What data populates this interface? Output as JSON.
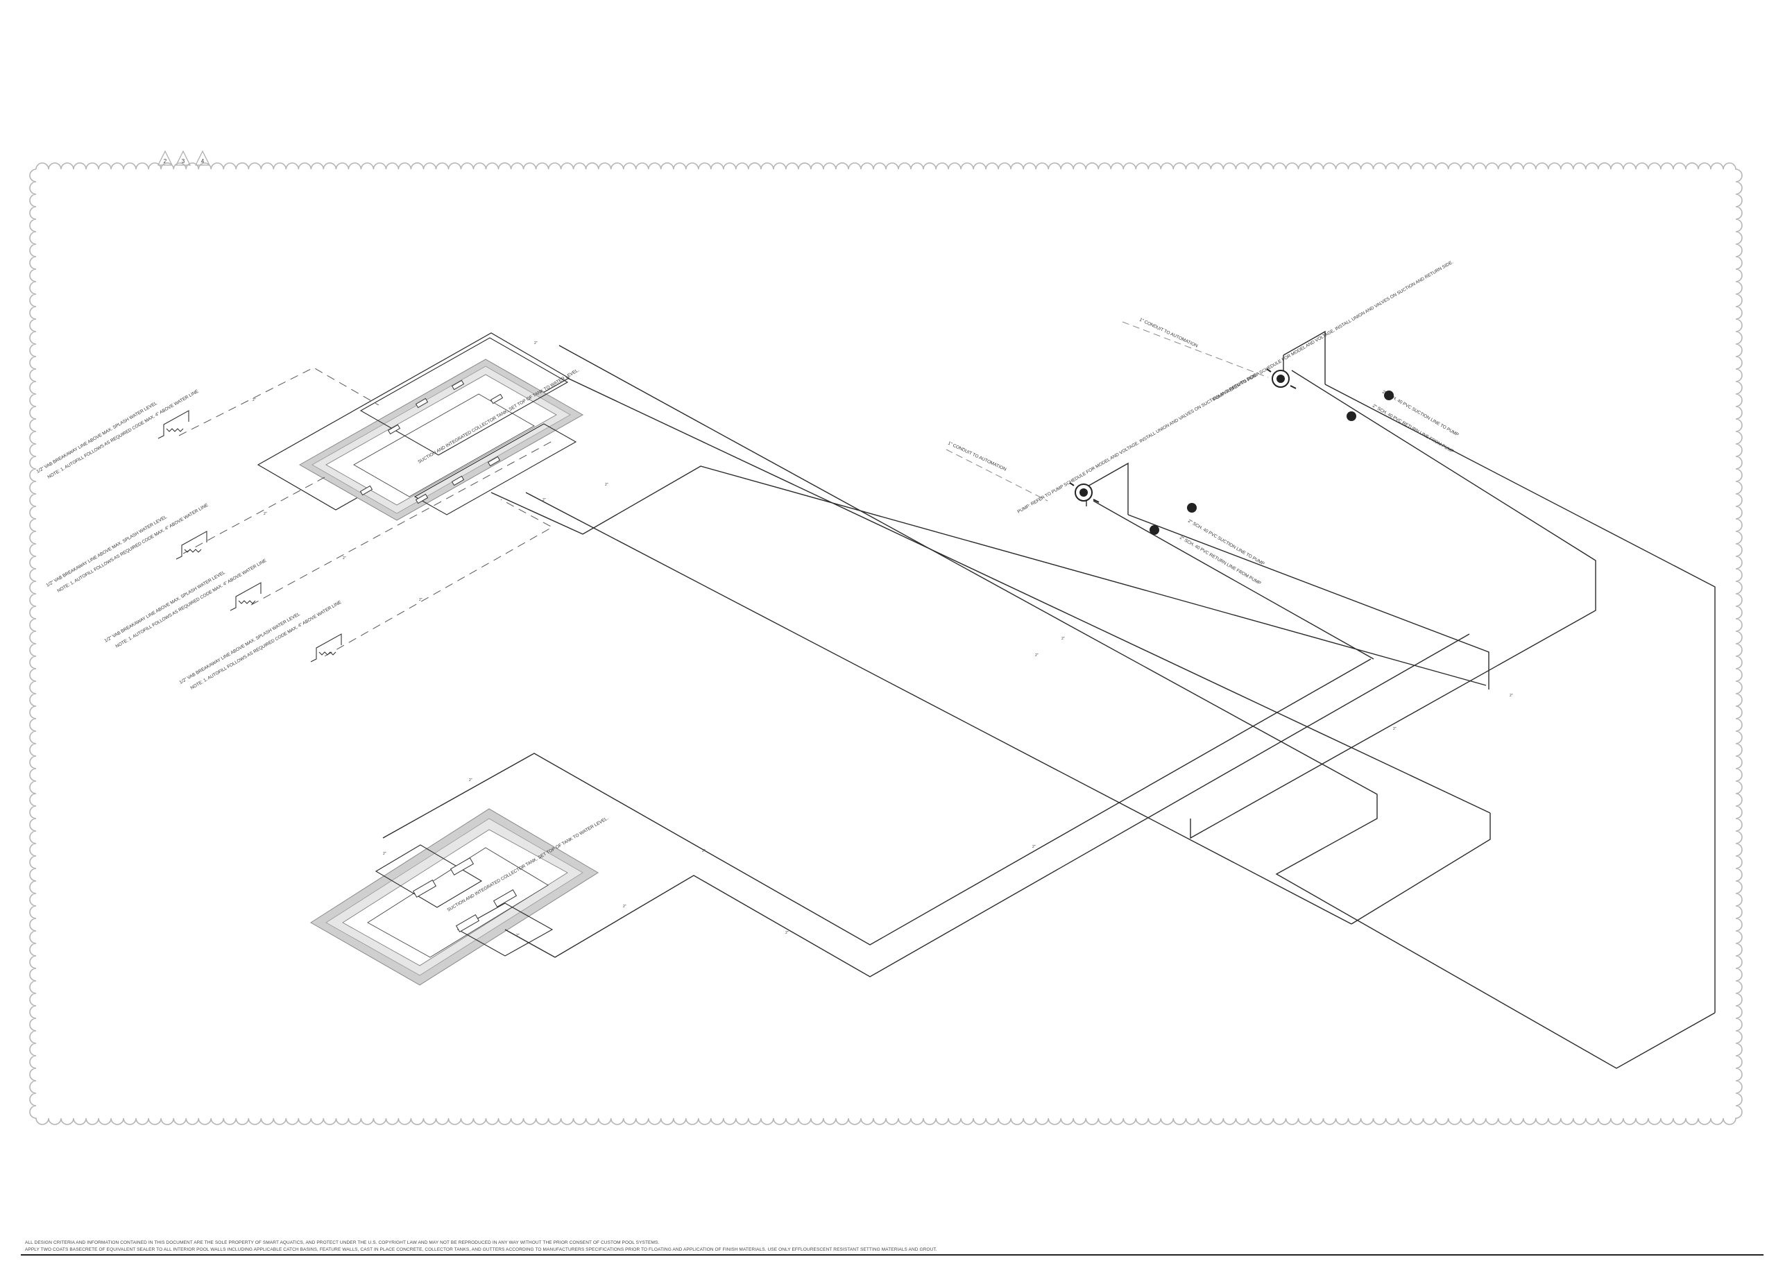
{
  "revisions": [
    "2",
    "3",
    "4"
  ],
  "footer": {
    "line1": "ALL DESIGN CRITERIA AND INFORMATION CONTAINED IN THIS DOCUMENT ARE THE SOLE PROPERTY OF SMART AQUATICS, AND PROTECT UNDER THE U.S. COPYRIGHT LAW AND MAY NOT BE REPRODUCED IN ANY WAY WITHOUT THE PRIOR CONSENT OF CUSTOM POOL SYSTEMS.",
    "line2": "APPLY TWO COATS BASECRETE OF EQUIVALENT SEALER TO ALL INTERIOR POOL WALLS INCLUDING APPLICABLE CATCH BASINS, FEATURE WALLS, CAST IN PLACE CONCRETE, COLLECTOR TANKS, AND GUTTERS ACCORDING TO MANUFACTURERS SPECIFICATIONS PRIOR TO FLOATING AND APPLICATION OF FINISH MATERIALS. USE ONLY EFFLOURESCENT RESISTANT SETTING MATERIALS AND GROUT."
  },
  "labels": {
    "upper_basin": "SUCTION AND INTEGRATED COLLECTOR TANK. SET TOP OF TANK TO WATER LEVEL.",
    "lower_basin": "SUCTION AND INTEGRATED COLLECTOR TANK. SET TOP OF TANK TO WATER LEVEL.",
    "float_valve": "1/2\" VAB BREAKAWAY LINE ABOVE MAX. SPLASH WATER LEVEL",
    "float_valve_2": "NOTE: 1. AUTOFILL FOLLOWS AS REQUIRED CODE MAX. 4\" ABOVE WATER LINE",
    "automation_1": "1\" CONDUIT TO AUTOMATION",
    "automation_2": "1\" CONDUIT TO AUTOMATION",
    "pump_note_1": "PUMP: REFER TO PUMP SCHEDULE FOR MODEL AND VOLTAGE. INSTALL UNION AND VALVES ON SUCTION AND RETURN SIDE.",
    "pump_note_2": "PUMP: REFER TO PUMP SCHEDULE FOR MODEL AND VOLTAGE. INSTALL UNION AND VALVES ON SUCTION AND RETURN SIDE.",
    "run_1": "2\" SCH. 40 PVC SUCTION LINE TO PUMP",
    "run_2": "2\" SCH. 40 PVC RETURN LINE FROM PUMP",
    "run_3": "2\" SCH. 40 PVC SUCTION LINE TO PUMP",
    "run_4": "2\" SCH. 40 PVC RETURN LINE FROM PUMP",
    "pipe_tag": "2\""
  },
  "colors": {
    "line": "#2a2a2a",
    "basin_fill": "#c9c9c9",
    "basin_light": "#e4e4e4",
    "cloud": "#b5b5b5"
  }
}
